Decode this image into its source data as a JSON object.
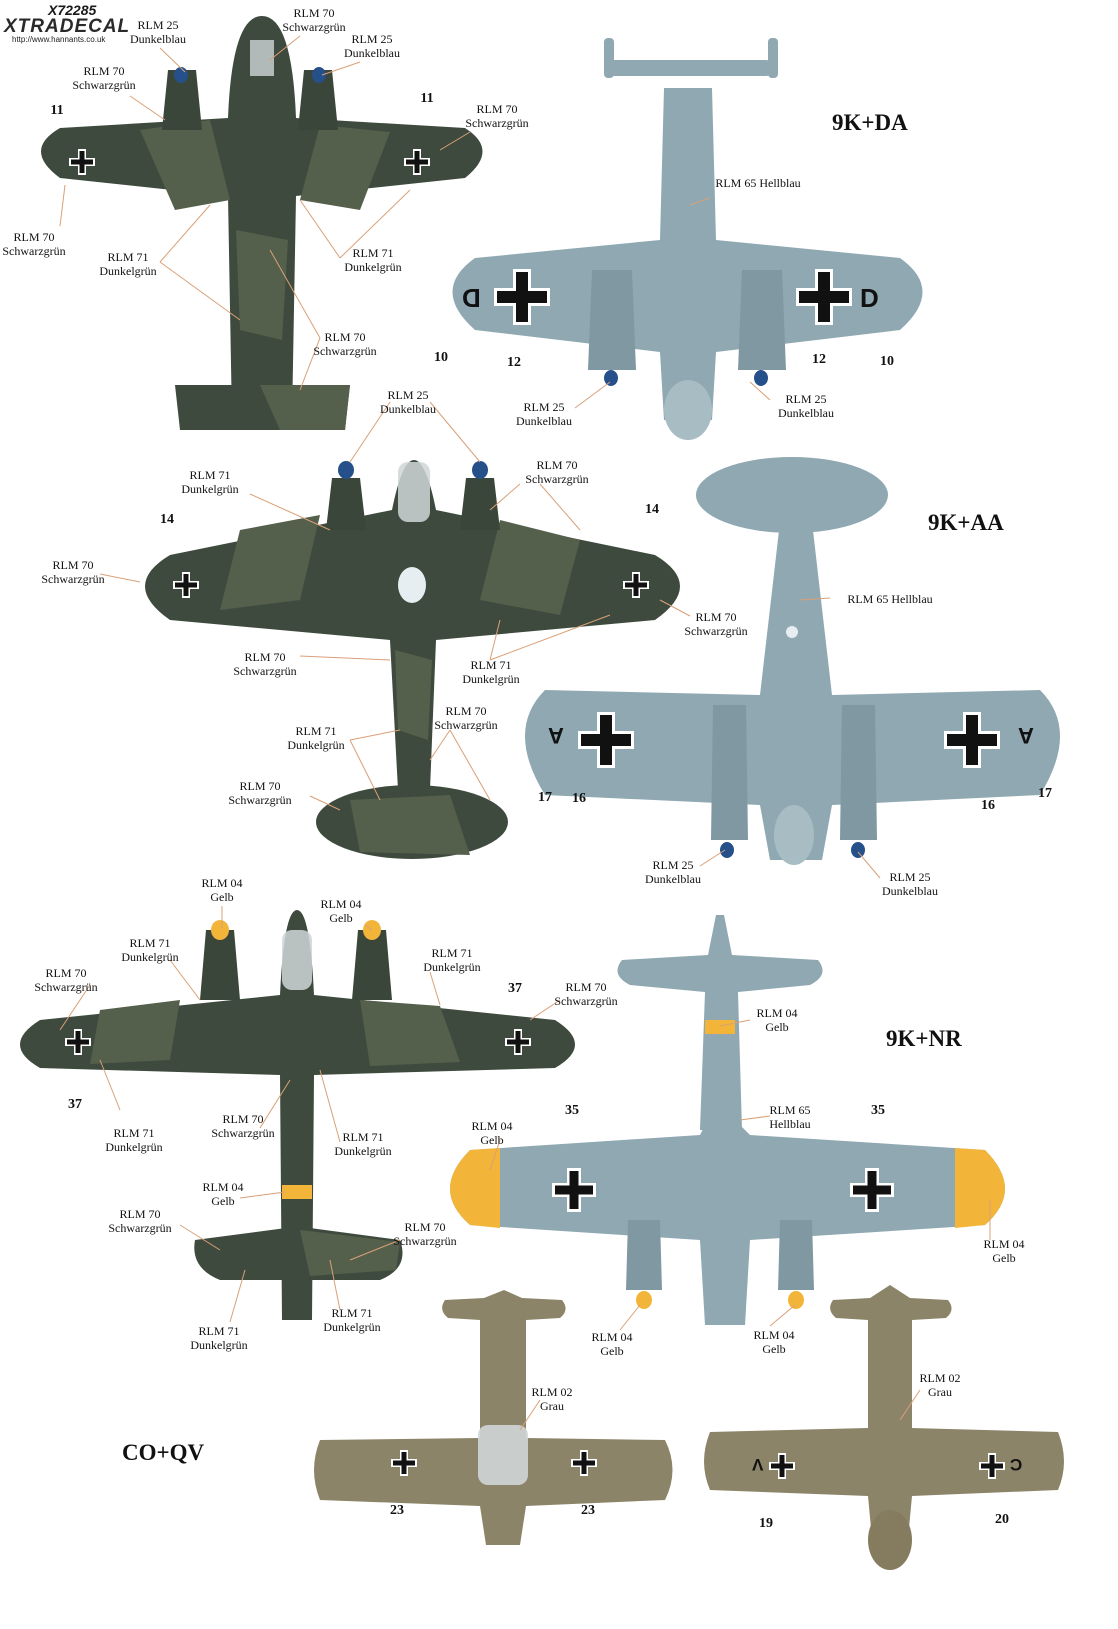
{
  "brand": {
    "code": "X72285",
    "name": "XTRADECAL",
    "url": "http://www.hannants.co.uk"
  },
  "colors": {
    "rlm70": "#3e4a3d",
    "rlm71": "#54604b",
    "rlm65": "#8fa8b2",
    "rlm02": "#8c8468",
    "rlm04": "#f2b53a",
    "rlm25": "#26508a",
    "cross": "#111111",
    "leader": "#d9a077"
  },
  "aircraft_codes": [
    "9K+DA",
    "9K+AA",
    "9K+NR",
    "CO+QV"
  ],
  "color_callouts": [
    {
      "text": "RLM 25\nDunkelblau"
    },
    {
      "text": "RLM 70\nSchwarzgrün"
    },
    {
      "text": "RLM 25\nDunkelblau"
    },
    {
      "text": "RLM 70\nSchwarzgrün"
    },
    {
      "text": "RLM 70\nSchwarzgrün"
    },
    {
      "text": "RLM 70\nSchwarzgrün"
    },
    {
      "text": "RLM 71\nDunkelgrün"
    },
    {
      "text": "RLM 71\nDunkelgrün"
    },
    {
      "text": "RLM 70\nSchwarzgrün"
    },
    {
      "text": "RLM 65 Hellblau"
    },
    {
      "text": "RLM 25\nDunkelblau"
    },
    {
      "text": "RLM 25\nDunkelblau"
    },
    {
      "text": "RLM 25\nDunkelblau"
    },
    {
      "text": "RLM 71\nDunkelgrün"
    },
    {
      "text": "RLM 70\nSchwarzgrün"
    },
    {
      "text": "RLM 70\nSchwarzgrün"
    },
    {
      "text": "RLM 70\nSchwarzgrün"
    },
    {
      "text": "RLM 70\nSchwarzgrün"
    },
    {
      "text": "RLM 71\nDunkelgrün"
    },
    {
      "text": "RLM 71\nDunkelgrün"
    },
    {
      "text": "RLM 70\nSchwarzgrün"
    },
    {
      "text": "RLM 70\nSchwarzgrün"
    },
    {
      "text": "RLM 65 Hellblau"
    },
    {
      "text": "RLM 25\nDunkelblau"
    },
    {
      "text": "RLM 25\nDunkelblau"
    },
    {
      "text": "RLM 04\nGelb"
    },
    {
      "text": "RLM 04\nGelb"
    },
    {
      "text": "RLM 71\nDunkelgrün"
    },
    {
      "text": "RLM 71\nDunkelgrün"
    },
    {
      "text": "RLM 70\nSchwarzgrün"
    },
    {
      "text": "RLM 70\nSchwarzgrün"
    },
    {
      "text": "RLM 71\nDunkelgrün"
    },
    {
      "text": "RLM 70\nSchwarzgrün"
    },
    {
      "text": "RLM 71\nDunkelgrün"
    },
    {
      "text": "RLM 04\nGelb"
    },
    {
      "text": "RLM 70\nSchwarzgrün"
    },
    {
      "text": "RLM 70\nSchwarzgrün"
    },
    {
      "text": "RLM 71\nDunkelgrün"
    },
    {
      "text": "RLM 71\nDunkelgrün"
    },
    {
      "text": "RLM 04\nGelb"
    },
    {
      "text": "RLM 04\nGelb"
    },
    {
      "text": "RLM 65\nHellblau"
    },
    {
      "text": "RLM 04\nGelb"
    },
    {
      "text": "RLM 04\nGelb"
    },
    {
      "text": "RLM 04\nGelb"
    },
    {
      "text": "RLM 02\nGrau"
    },
    {
      "text": "RLM 02\nGrau"
    }
  ],
  "decal_numbers": [
    "11",
    "11",
    "10",
    "12",
    "12",
    "10",
    "14",
    "14",
    "17",
    "16",
    "16",
    "17",
    "37",
    "37",
    "35",
    "35",
    "23",
    "23",
    "19",
    "20"
  ],
  "side_letters": [
    "D",
    "D",
    "A",
    "A",
    "V",
    "C"
  ]
}
